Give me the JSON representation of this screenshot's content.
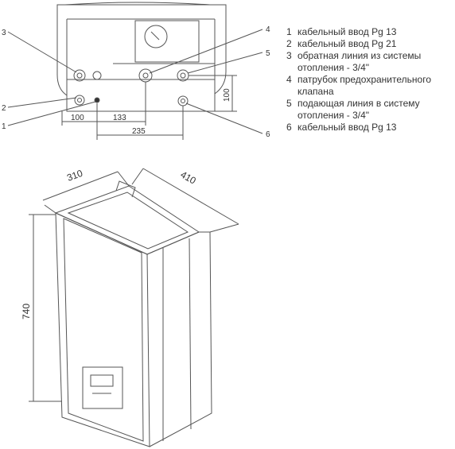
{
  "colors": {
    "line": "#555555",
    "text": "#333333",
    "background": "#ffffff"
  },
  "callouts": [
    "1",
    "2",
    "3",
    "4",
    "5",
    "6"
  ],
  "top_view_dimensions": {
    "d100_width": "100",
    "d133": "133",
    "d235": "235",
    "d100_height": "100"
  },
  "box_dimensions": {
    "width": "310",
    "depth": "410",
    "height": "740"
  },
  "legend": [
    {
      "num": "1",
      "text": "кабельный ввод Pg 13"
    },
    {
      "num": "2",
      "text": "кабельный ввод Pg 21"
    },
    {
      "num": "3",
      "text": "обратная линия из системы отопления - 3/4\""
    },
    {
      "num": "4",
      "text": "патрубок предохранительного клапана"
    },
    {
      "num": "5",
      "text": "подающая линия в систему отопления - 3/4\""
    },
    {
      "num": "6",
      "text": "кабельный ввод Pg 13"
    }
  ]
}
